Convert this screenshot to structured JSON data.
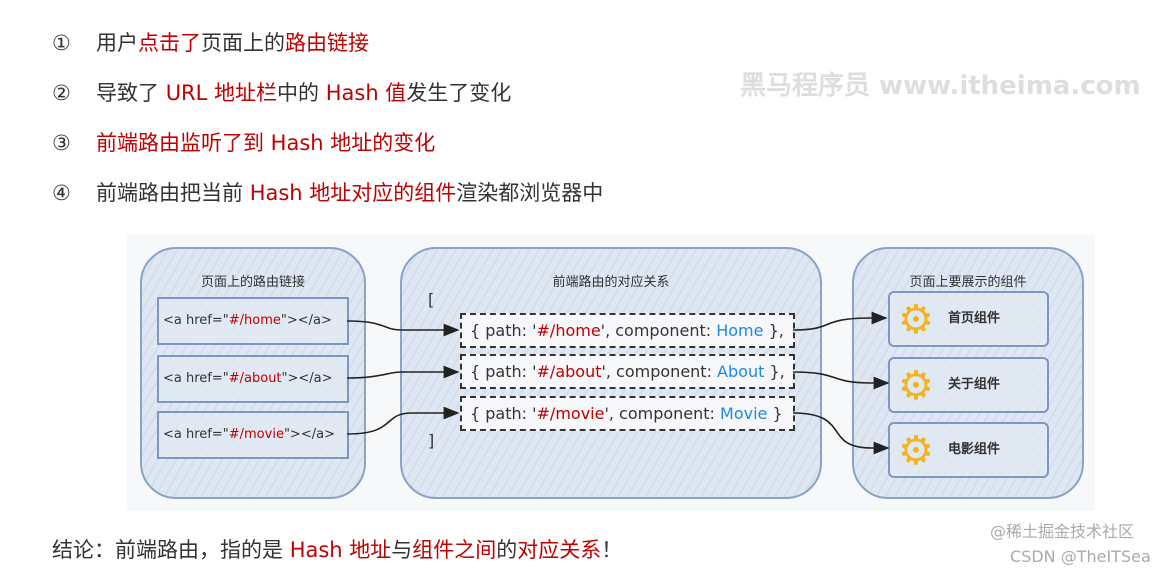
{
  "steps": [
    {
      "marker": "①",
      "segments": [
        {
          "t": "用户",
          "red": false
        },
        {
          "t": "点击了",
          "red": true
        },
        {
          "t": "页面上的",
          "red": false
        },
        {
          "t": "路由链接",
          "red": true
        }
      ]
    },
    {
      "marker": "②",
      "segments": [
        {
          "t": "导致了 ",
          "red": false
        },
        {
          "t": "URL 地址栏",
          "red": true
        },
        {
          "t": "中的 ",
          "red": false
        },
        {
          "t": "Hash 值",
          "red": true
        },
        {
          "t": "发生了变化",
          "red": false
        }
      ]
    },
    {
      "marker": "③",
      "segments": [
        {
          "t": "前端路由监听了到 Hash 地址的变化",
          "red": true
        }
      ]
    },
    {
      "marker": "④",
      "segments": [
        {
          "t": "前端路由把当前 ",
          "red": false
        },
        {
          "t": "Hash 地址对应的组件",
          "red": true
        },
        {
          "t": "渲染都浏览器中",
          "red": false
        }
      ]
    }
  ],
  "diagram": {
    "left_title": "页面上的路由链接",
    "links": [
      {
        "pre": "<a href=\"",
        "hash": "#/home",
        "post": "\"></a>"
      },
      {
        "pre": "<a href=\"",
        "hash": "#/about",
        "post": "\"></a>"
      },
      {
        "pre": "<a href=\"",
        "hash": "#/movie",
        "post": "\"></a>"
      }
    ],
    "mid_title": "前端路由的对应关系",
    "open_bracket": "[",
    "close_bracket": "]",
    "routes": [
      {
        "pre": "{ path: '",
        "hash": "#/home",
        "mid": "', component: ",
        "comp": "Home",
        "post": " },"
      },
      {
        "pre": "{ path: '",
        "hash": "#/about",
        "mid": "', component: ",
        "comp": "About",
        "post": " },"
      },
      {
        "pre": "{ path: '",
        "hash": "#/movie",
        "mid": "', component: ",
        "comp": "Movie",
        "post": " }"
      }
    ],
    "right_title": "页面上要展示的组件",
    "components": [
      {
        "label": "首页组件",
        "icon": "gear-icon"
      },
      {
        "label": "关于组件",
        "icon": "gear-icon"
      },
      {
        "label": "电影组件",
        "icon": "gear-icon"
      }
    ]
  },
  "conclusion": [
    {
      "t": "结论：前端路由，指的是 ",
      "red": false
    },
    {
      "t": "Hash 地址",
      "red": true
    },
    {
      "t": "与",
      "red": false
    },
    {
      "t": "组件之间",
      "red": true
    },
    {
      "t": "的",
      "red": false
    },
    {
      "t": "对应关系",
      "red": true
    },
    {
      "t": "！",
      "red": false
    }
  ],
  "watermarks": {
    "brand": "黑马程序员 www.itheima.com",
    "juejin": "@稀土掘金技术社区",
    "csdn": "CSDN @TheITSea"
  },
  "colors": {
    "accent": "#c00000",
    "component": "#1e88e5"
  }
}
